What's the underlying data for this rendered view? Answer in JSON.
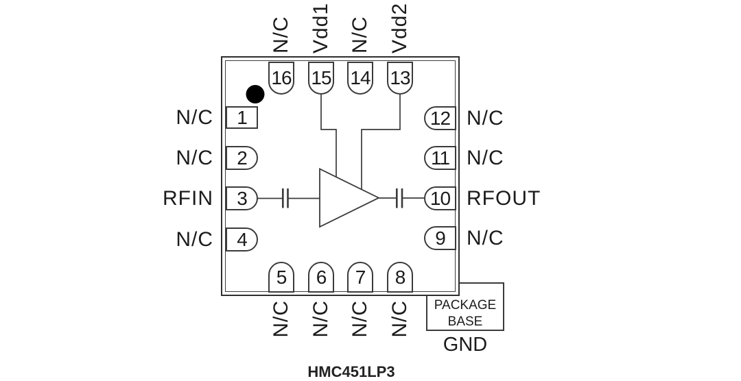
{
  "part_title": "HMC451LP3",
  "chip": {
    "pins": {
      "top": [
        {
          "number": "16",
          "label": "N/C"
        },
        {
          "number": "15",
          "label": "Vdd1"
        },
        {
          "number": "14",
          "label": "N/C"
        },
        {
          "number": "13",
          "label": "Vdd2"
        }
      ],
      "left": [
        {
          "number": "1",
          "label": "N/C"
        },
        {
          "number": "2",
          "label": "N/C"
        },
        {
          "number": "3",
          "label": "RFIN"
        },
        {
          "number": "4",
          "label": "N/C"
        }
      ],
      "right": [
        {
          "number": "12",
          "label": "N/C"
        },
        {
          "number": "11",
          "label": "N/C"
        },
        {
          "number": "10",
          "label": "RFOUT"
        },
        {
          "number": "9",
          "label": "N/C"
        }
      ],
      "bottom": [
        {
          "number": "5",
          "label": "N/C"
        },
        {
          "number": "6",
          "label": "N/C"
        },
        {
          "number": "7",
          "label": "N/C"
        },
        {
          "number": "8",
          "label": "N/C"
        }
      ]
    }
  },
  "package_base": {
    "label_line1": "PACKAGE",
    "label_line2": "BASE",
    "net_label": "GND"
  },
  "icons": {
    "pin1_marker": "filled-circle",
    "amplifier": "triangle-right",
    "input_capacitor": "capacitor-bars",
    "output_capacitor": "capacitor-bars"
  },
  "colors": {
    "line": "#3a3a3a",
    "text": "#1b1b1b",
    "background": "#ffffff",
    "pin1_marker": "#000000"
  }
}
